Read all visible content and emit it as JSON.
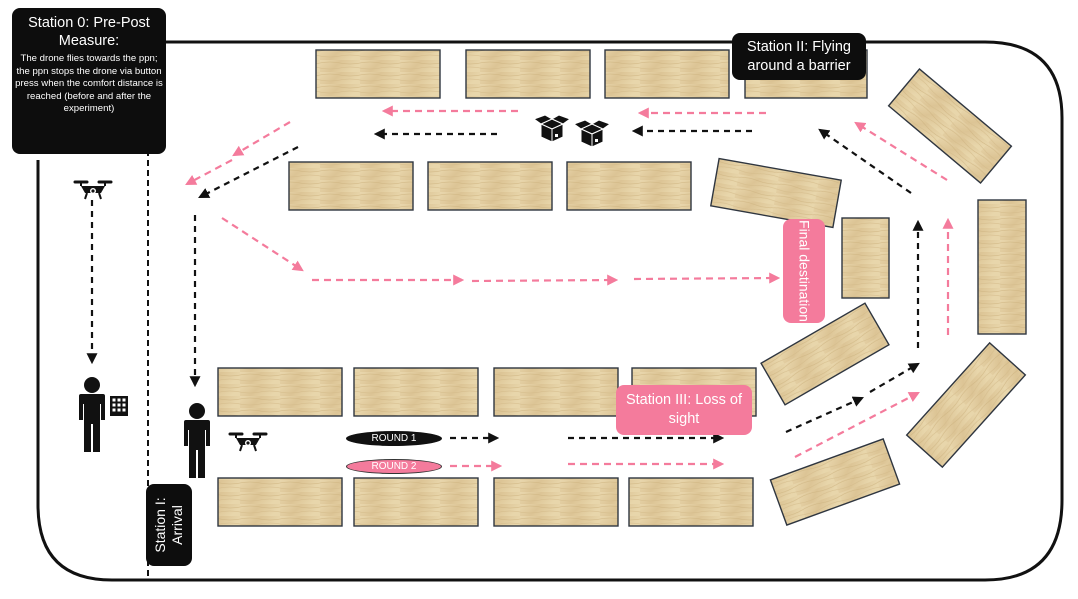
{
  "colors": {
    "black_path": "#111111",
    "pink_path": "#f47b9c",
    "shelf_fill": "#e6d3a8",
    "shelf_border": "#2f3640",
    "label_dark": "#0d0d0d",
    "label_pink": "#f47b9c"
  },
  "stations": {
    "station0": {
      "title": "Station 0: Pre-Post Measure:",
      "description": "The drone flies towards the ppn; the ppn stops the drone via button press  when the comfort distance is reached (before and after the experiment)"
    },
    "station1": {
      "label": "Station I: Arrival"
    },
    "station2": {
      "label": "Station II: Flying around a barrier"
    },
    "station3": {
      "label": "Station III: Loss of sight"
    }
  },
  "final_destination": {
    "label": "Final destination"
  },
  "rounds": {
    "round1": {
      "label": "ROUND 1",
      "color": "#111111"
    },
    "round2": {
      "label": "ROUND 2",
      "color": "#f47b9c"
    }
  },
  "icons": [
    "drone-icon",
    "person-icon",
    "keypad-icon",
    "box-icon"
  ]
}
